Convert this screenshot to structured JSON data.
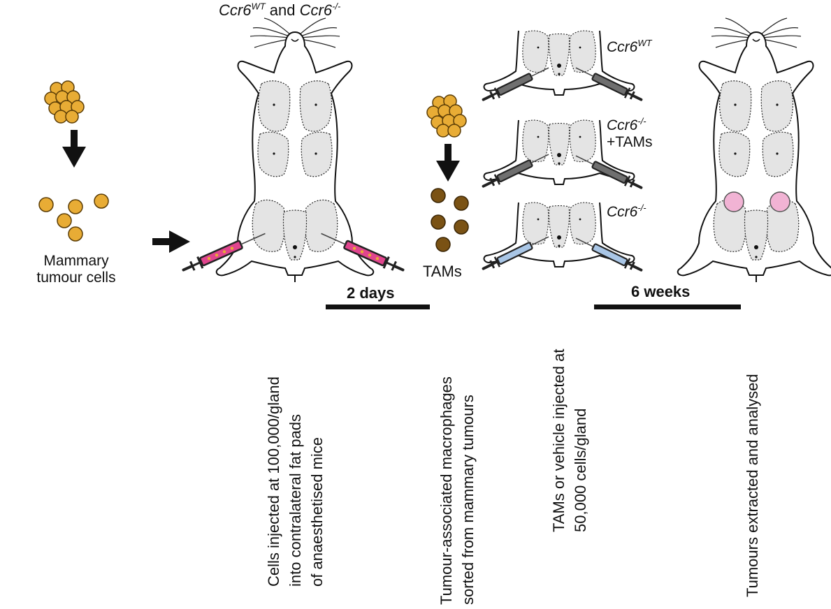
{
  "colors": {
    "tumour_cell": "#e8ac35",
    "tam_cell": "#7a5214",
    "tumour_mass": "#f1b3d4",
    "fat_pad": "#e4e4e4",
    "syringe_cells": "#e0458e",
    "syringe_vehicle": "#a9c6e6",
    "arrow": "#111111"
  },
  "labels": {
    "mammary_cells_line1": "Mammary",
    "mammary_cells_line2": "tumour cells",
    "mice_genotypes": {
      "g1": "Ccr6",
      "g1_sup": "WT",
      "mid": " and ",
      "g2": "Ccr6",
      "g2_sup": "-/-"
    },
    "tams": "TAMs",
    "group_wt": {
      "base": "Ccr6",
      "sup": "WT"
    },
    "group_ko_tams": {
      "base": "Ccr6",
      "sup": "-/-",
      "line2": "+TAMs"
    },
    "group_ko": {
      "base": "Ccr6",
      "sup": "-/-"
    }
  },
  "timeline": [
    {
      "label": "2 days"
    },
    {
      "label": "6 weeks"
    }
  ],
  "steps": [
    {
      "line1": "Cells injected at 100,000/gland",
      "line2": "into contralateral fat pads",
      "line3": "of anaesthetised mice"
    },
    {
      "line1": "Tumour-associated macrophages",
      "line2": "sorted from mammary tumours"
    },
    {
      "line1": "TAMs or vehicle injected at",
      "line2": "50,000 cells/gland"
    },
    {
      "line1": "Tumours extracted and analysed"
    }
  ],
  "icons": [
    "tumour-cell-cluster-icon",
    "tumour-cells-dispersed-icon",
    "mouse-injection-icon",
    "tam-cell-cluster-icon",
    "tams-dispersed-icon",
    "partial-mouse-icon",
    "syringe-icon",
    "mouse-with-tumours-icon",
    "down-arrow-icon",
    "right-arrow-icon"
  ]
}
